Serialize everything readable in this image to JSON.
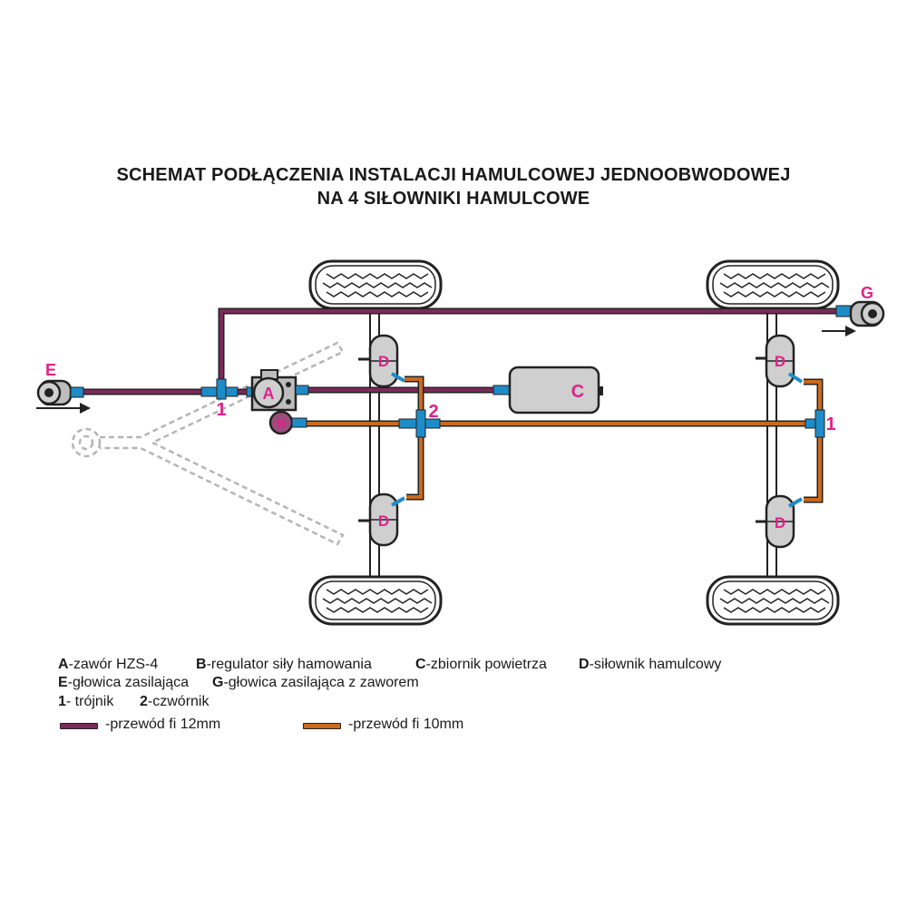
{
  "title": {
    "line1": "SCHEMAT PODŁĄCZENIA INSTALACJI HAMULCOWEJ JEDNOOBWODOWEJ",
    "line2": "NA 4 SIŁOWNIKI HAMULCOWE"
  },
  "labels": {
    "A": "A",
    "B": "B",
    "C": "C",
    "D": "D",
    "E": "E",
    "G": "G",
    "tee": "1",
    "cross": "2"
  },
  "legend": {
    "row1": [
      {
        "key": "A",
        "text": "-zawór HZS-4"
      },
      {
        "key": "B",
        "text": "-regulator siły hamowania"
      },
      {
        "key": "C",
        "text": "-zbiornik powietrza"
      },
      {
        "key": "D",
        "text": "-siłownik hamulcowy"
      }
    ],
    "row2": [
      {
        "key": "E",
        "text": "-głowica zasilająca"
      },
      {
        "key": "G",
        "text": "-głowica zasilająca z zaworem"
      }
    ],
    "row3": [
      {
        "key": "1",
        "text": "- trójnik"
      },
      {
        "key": "2",
        "text": "-czwórnik"
      }
    ],
    "lines": [
      {
        "text": "-przewód fi 12mm",
        "color": "#7a2a5a"
      },
      {
        "text": "-przewód fi 10mm",
        "color": "#c96a1e"
      }
    ]
  },
  "colors": {
    "pipe12": "#7a2a5a",
    "pipe10": "#c96a1e",
    "fitting": "#1e8cc8",
    "label": "#e0218a",
    "component": "#cfcfcf"
  }
}
